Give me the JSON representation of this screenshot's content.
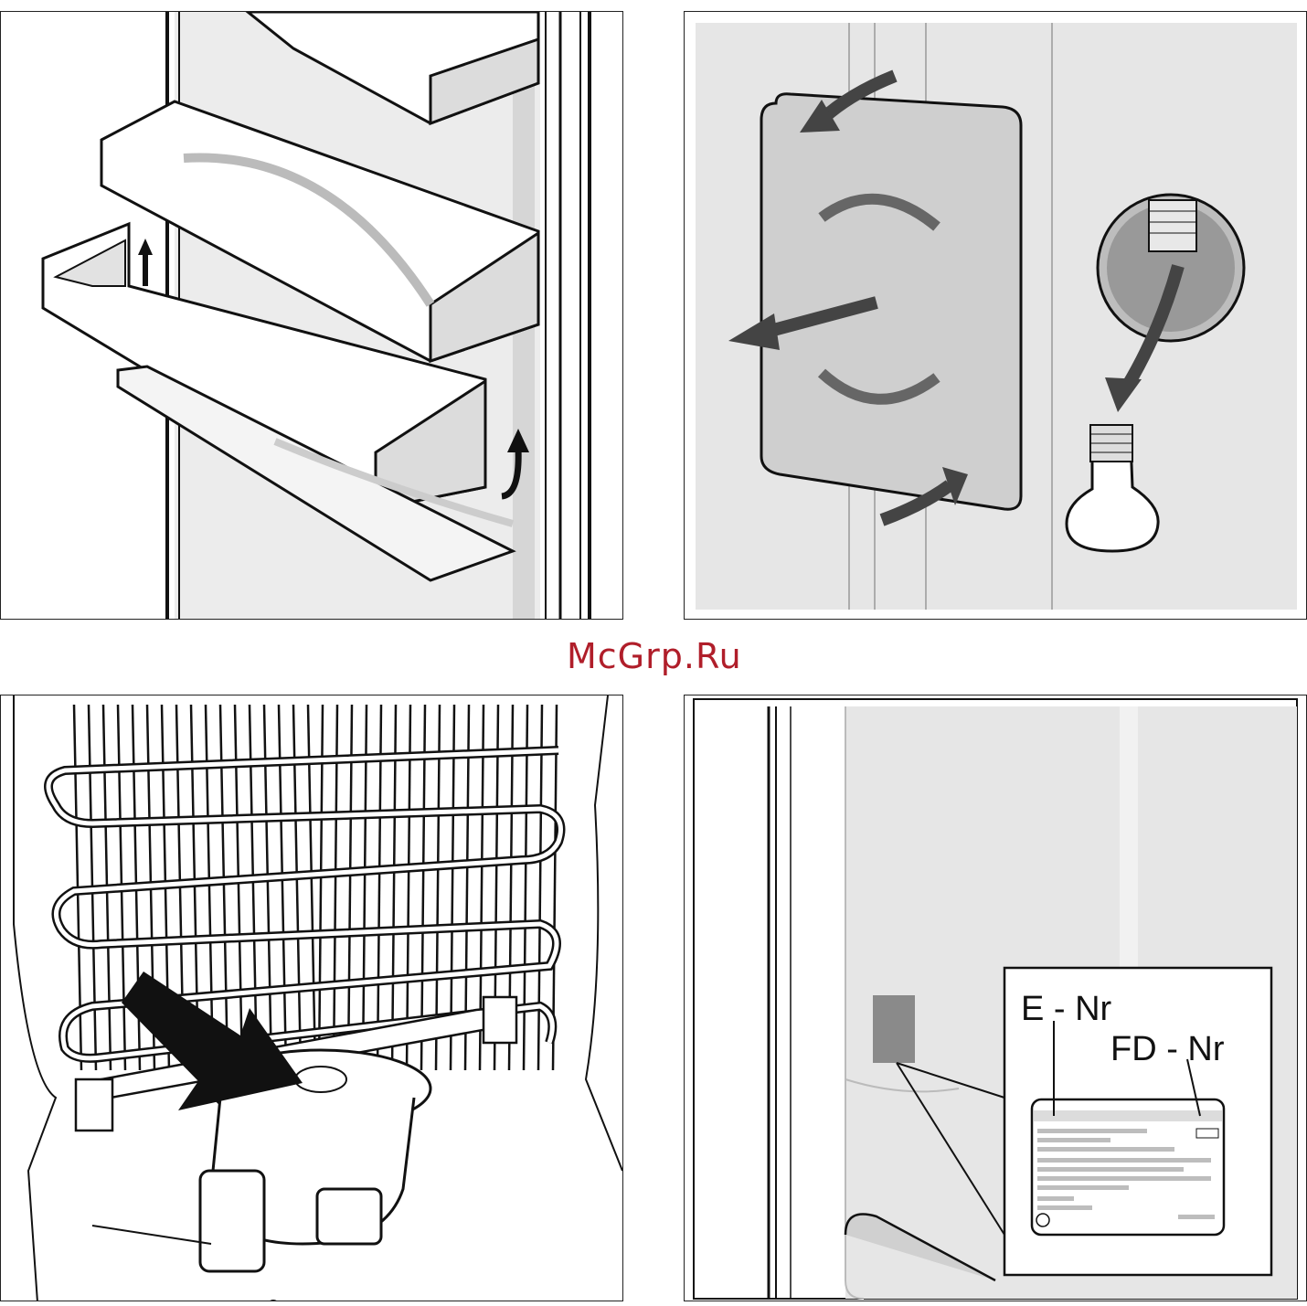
{
  "watermark": "McGrp.Ru",
  "rating_plate": {
    "e_nr_label": "E - Nr",
    "fd_nr_label": "FD - Nr"
  },
  "colors": {
    "outline": "#111111",
    "shade_light": "#e6e6e6",
    "shade_mid": "#c8c8c8",
    "shade_dark": "#555555",
    "arrow": "#444444",
    "watermark": "#b01e2a"
  }
}
